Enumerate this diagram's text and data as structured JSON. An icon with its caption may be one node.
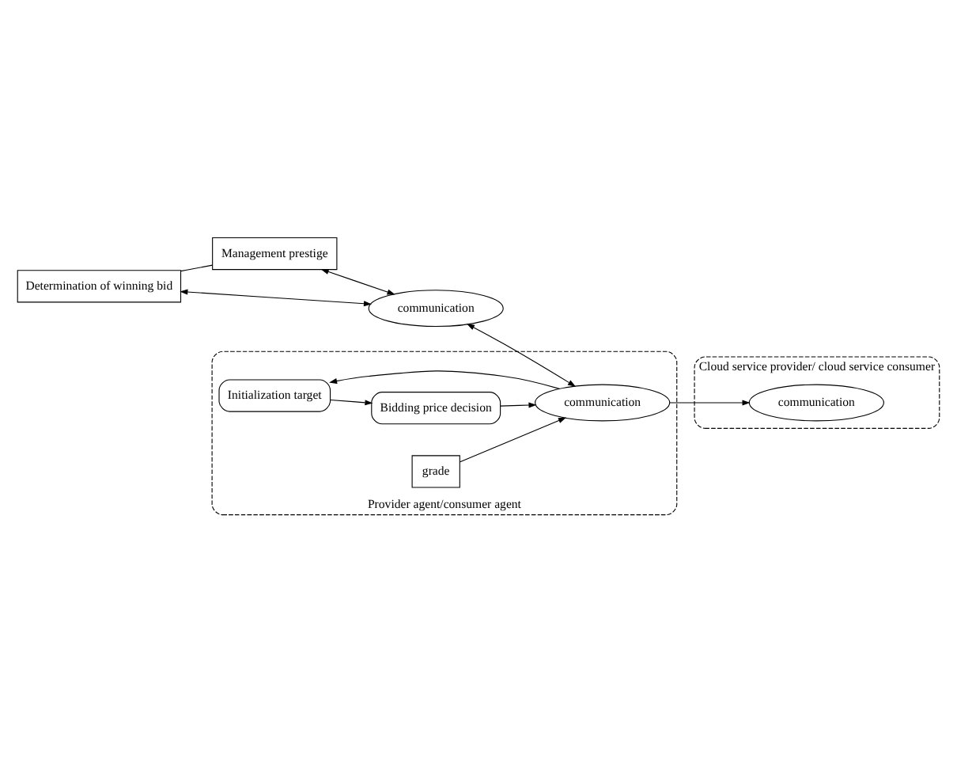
{
  "diagram": {
    "nodes": [
      {
        "text": [
          "Determination of winning bid"
        ]
      },
      {
        "text": [
          "Management prestige"
        ]
      },
      {
        "text": [
          "communication"
        ]
      },
      {
        "text": [
          "Provider agent/consumer agent"
        ]
      },
      {
        "text": [
          "Initialization target"
        ],
        "in": 3
      },
      {
        "text": [
          "Bidding price decision"
        ],
        "in": 3
      },
      {
        "text": [
          "communication"
        ],
        "in": 3
      },
      {
        "text": [
          "grade"
        ],
        "in": 3
      },
      {
        "text": [
          "Cloud service provider/ cloud service consumer"
        ]
      },
      {
        "text": [
          "communication"
        ],
        "in": 8
      }
    ],
    "edges": [
      {
        "from": 0,
        "to": 1,
        "arrow": "none"
      },
      {
        "from": 0,
        "to": 2,
        "arrow": "both"
      },
      {
        "from": 1,
        "to": 2,
        "arrow": "both"
      },
      {
        "from": 2,
        "to": 6,
        "arrow": "both"
      },
      {
        "from": 6,
        "to": 4,
        "arrow": "to"
      },
      {
        "from": 4,
        "to": 5,
        "arrow": "to"
      },
      {
        "from": 5,
        "to": 6,
        "arrow": "to"
      },
      {
        "from": 7,
        "to": 6,
        "arrow": "to"
      },
      {
        "from": 6,
        "to": 9,
        "arrow": "to"
      }
    ]
  }
}
